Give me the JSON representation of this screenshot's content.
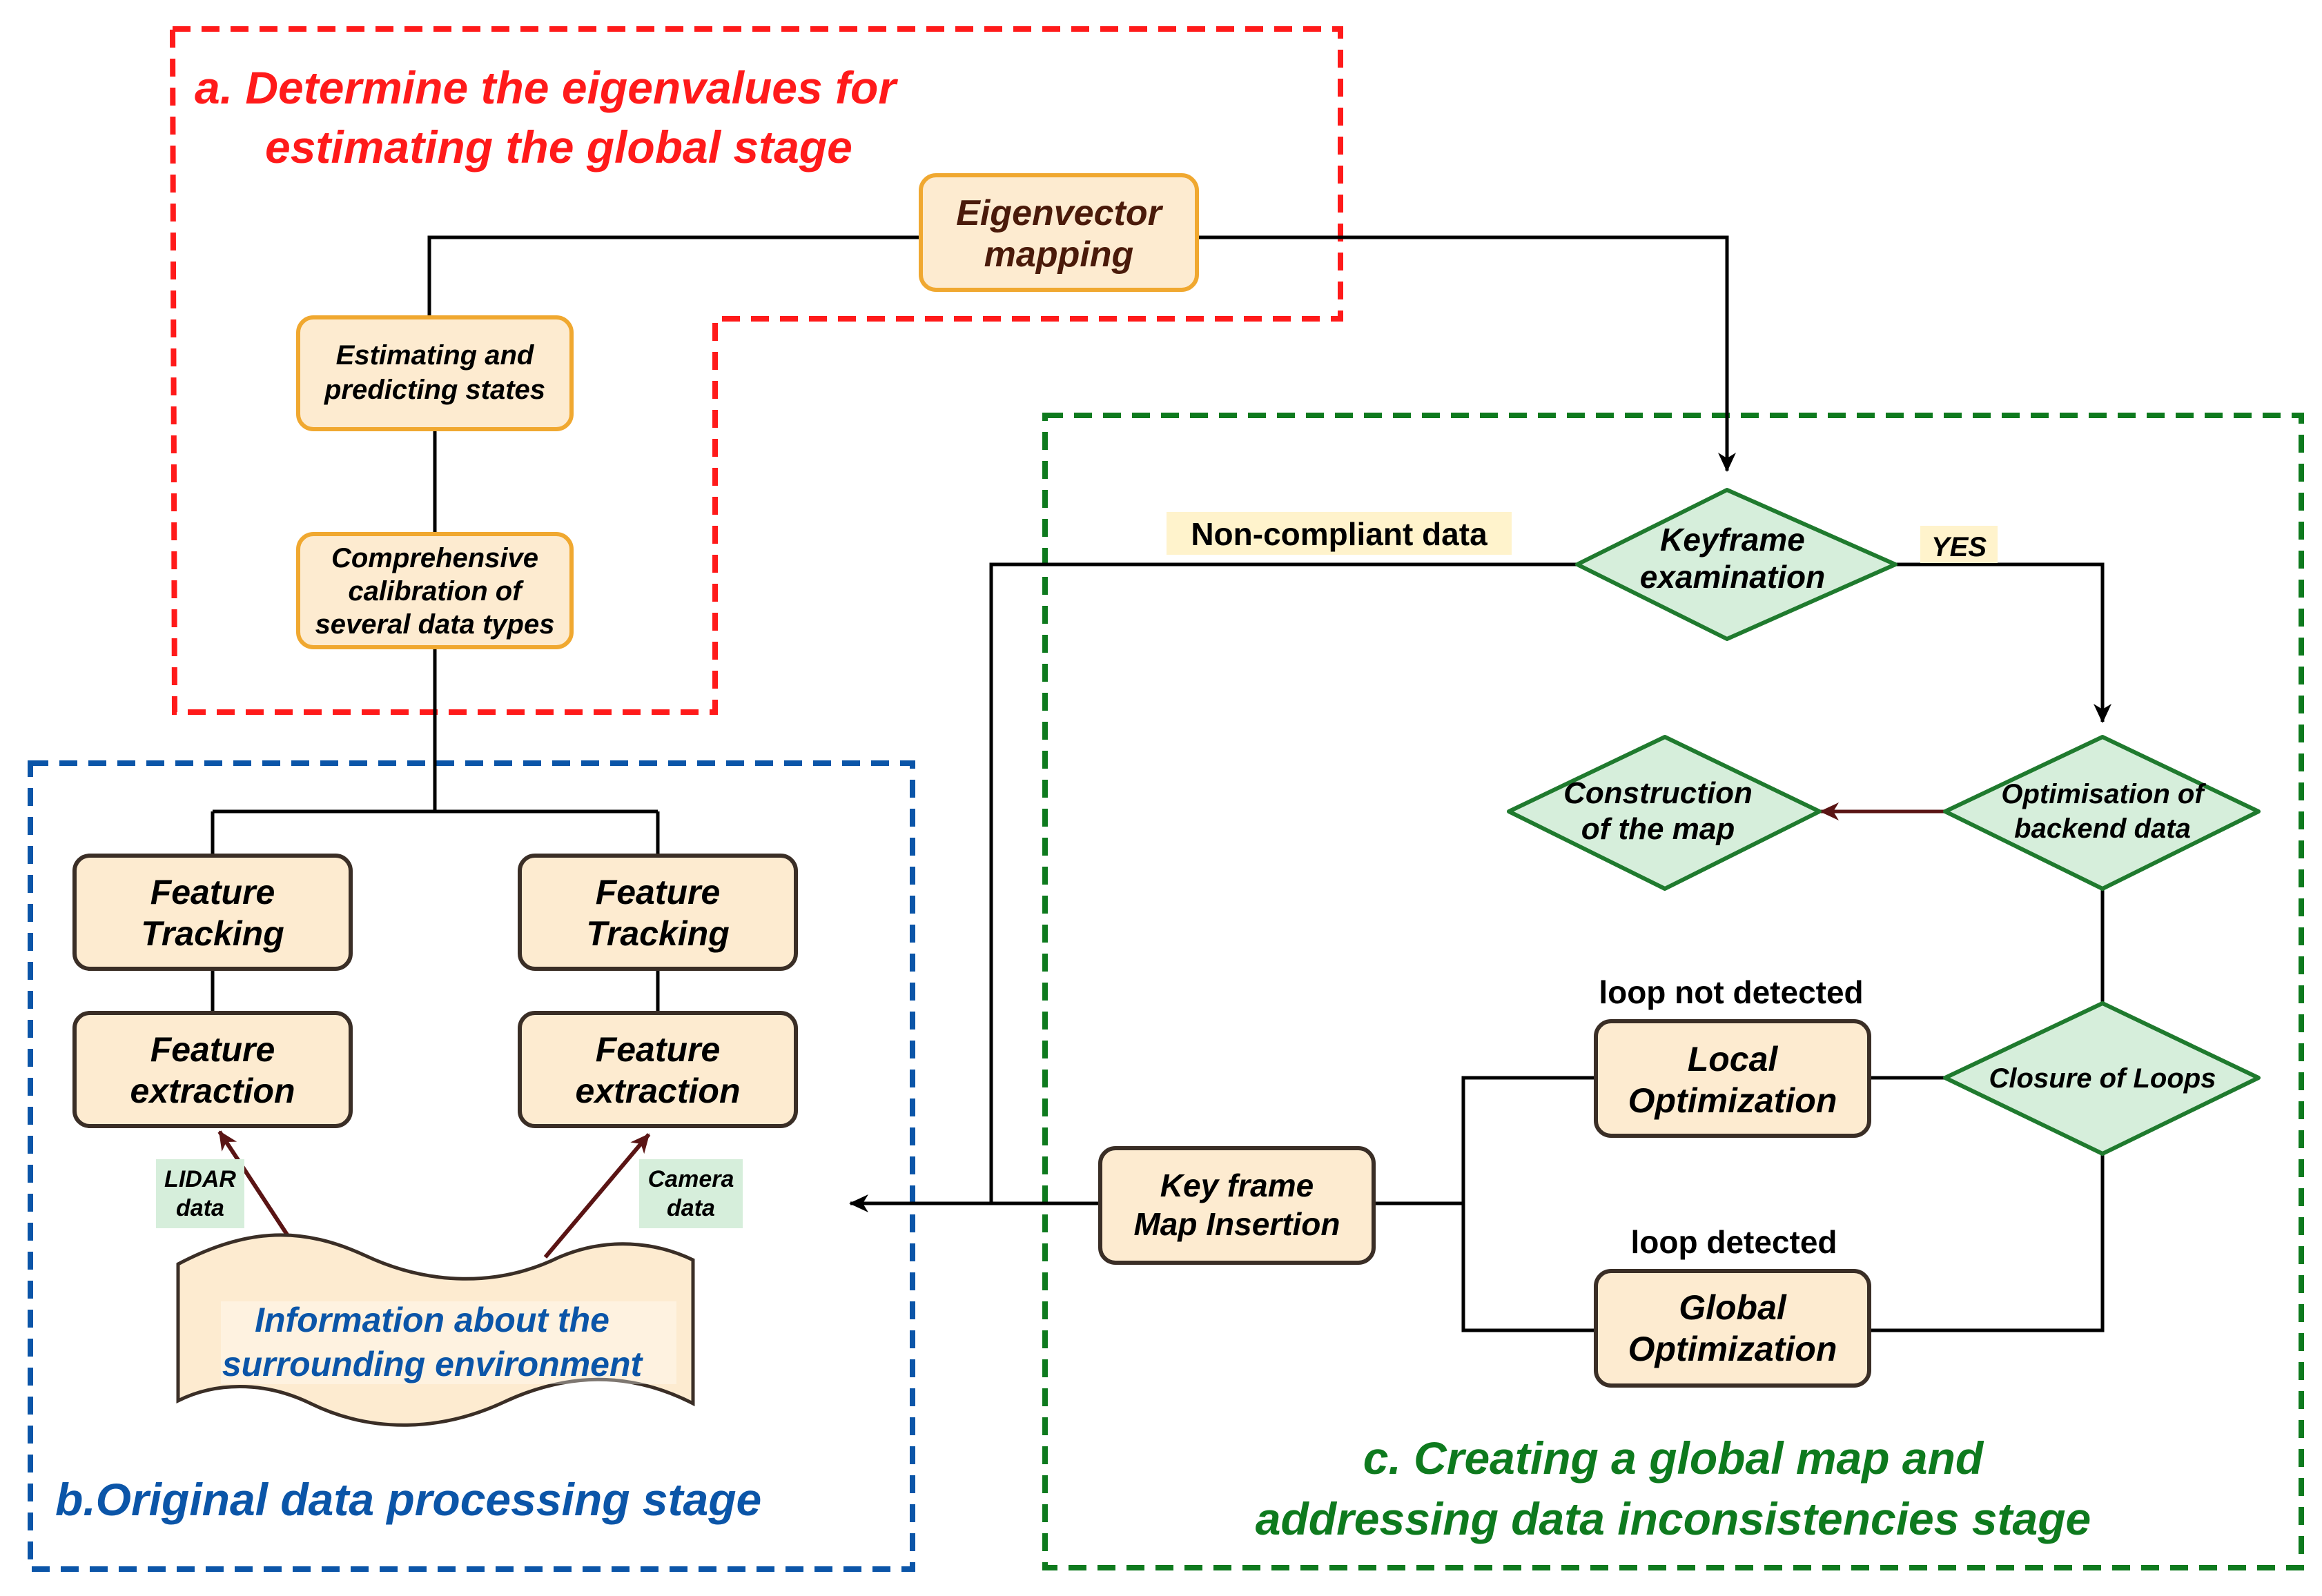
{
  "stages": {
    "a": {
      "title_line1": "a. Determine the eigenvalues for",
      "title_line2": "estimating the global stage",
      "color": "#ff1a1a"
    },
    "b": {
      "title": "b.Original data processing stage",
      "color": "#0b55a8"
    },
    "c": {
      "title_line1": "c. Creating a global map and",
      "title_line2": "addressing data inconsistencies stage",
      "color": "#0e7a1e"
    }
  },
  "nodes": {
    "eigenvector": {
      "line1": "Eigenvector",
      "line2": "mapping"
    },
    "estimating": {
      "line1": "Estimating and",
      "line2": "predicting states"
    },
    "calibration": {
      "line1": "Comprehensive",
      "line2": "calibration of",
      "line3": "several data types"
    },
    "tracking_left": {
      "line1": "Feature",
      "line2": "Tracking"
    },
    "extraction_left": {
      "line1": "Feature",
      "line2": "extraction"
    },
    "tracking_right": {
      "line1": "Feature",
      "line2": "Tracking"
    },
    "extraction_right": {
      "line1": "Feature",
      "line2": "extraction"
    },
    "environment": {
      "line1": "Information about the",
      "line2": "surrounding environment"
    },
    "keyframe_exam": {
      "line1": "Keyframe",
      "line2": "examination"
    },
    "backend": {
      "line1": "Optimisation of",
      "line2": "backend data"
    },
    "map_construction": {
      "line1": "Construction",
      "line2": "of the map"
    },
    "closure": {
      "line1": "Closure of Loops"
    },
    "local_opt": {
      "line1": "Local",
      "line2": "Optimization"
    },
    "global_opt": {
      "line1": "Global",
      "line2": "Optimization"
    },
    "keyframe_insert": {
      "line1": "Key frame",
      "line2": "Map Insertion"
    }
  },
  "edge_labels": {
    "non_compliant": "Non-compliant data",
    "yes": "YES",
    "loop_not_detected": "loop not detected",
    "loop_detected": "loop detected",
    "lidar_line1": "LIDAR",
    "lidar_line2": "data",
    "camera_line1": "Camera",
    "camera_line2": "data"
  },
  "colors": {
    "box_fill": "#fdebd0",
    "box_border_orange": "#f0a830",
    "box_border_dark": "#3a2e26",
    "diamond_fill": "#d6eedb",
    "diamond_border": "#1f7a2e",
    "tag_fill": "#fff3cc",
    "data_tag_fill": "#d6eedb"
  }
}
